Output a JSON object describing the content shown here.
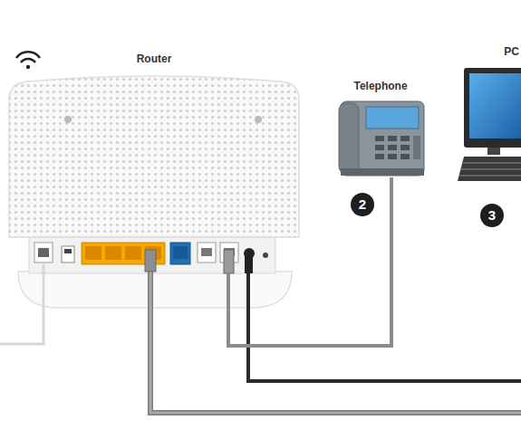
{
  "diagram": {
    "nodes": [
      {
        "text": [
          "Router"
        ]
      },
      {
        "text": [
          "Telephone"
        ]
      },
      {
        "text": [
          "PC"
        ]
      }
    ],
    "edges": [
      {
        "from": 0,
        "to": 1,
        "arrow": "none"
      }
    ],
    "labels": [
      "2",
      "3"
    ]
  }
}
